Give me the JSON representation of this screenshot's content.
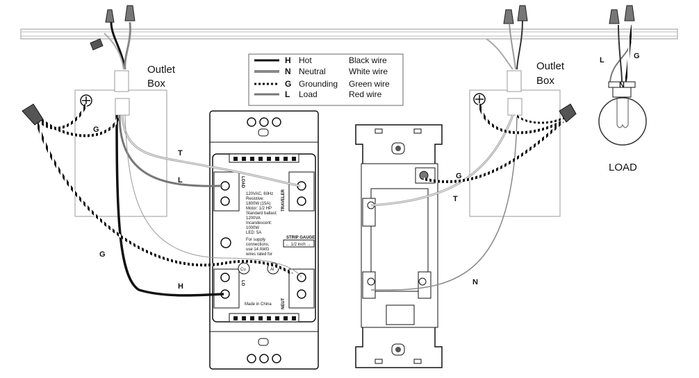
{
  "legend": {
    "rows": [
      {
        "code": "H",
        "name": "Hot",
        "wire": "Black wire",
        "style": "hot"
      },
      {
        "code": "N",
        "name": "Neutral",
        "wire": "White wire",
        "style": "neutral"
      },
      {
        "code": "G",
        "name": "Grounding",
        "wire": "Green wire",
        "style": "ground"
      },
      {
        "code": "L",
        "name": "Load",
        "wire": "Red wire",
        "style": "load"
      }
    ]
  },
  "boxes": {
    "left_label_line1": "Outlet",
    "left_label_line2": "Box",
    "right_label_line1": "Outlet",
    "right_label_line2": "Box"
  },
  "load_label": "LOAD",
  "wire_labels": {
    "left_T": "T",
    "left_L": "L",
    "left_G_upper": "G",
    "left_G_lower": "G",
    "left_H": "H",
    "right_G": "G",
    "right_T": "T",
    "right_N": "N",
    "lamp_L": "L",
    "lamp_G": "G",
    "lamp_N": "N"
  },
  "dimmer": {
    "terminal_load": "LOAD",
    "terminal_traveler": "TRAVELER",
    "terminal_lo": "LO",
    "terminal_neut": "NEUT",
    "rating_lines": [
      "120VAC, 60Hz",
      "Resistive:",
      "1800W (15A)",
      "Motor: 1/2 HP",
      "Standard ballast:",
      "1200VA",
      "Incandescent:",
      "1000W",
      "LED: 5A"
    ],
    "supply_lines": [
      "For supply",
      "connections,",
      "use 14 AWG",
      "wires rated for"
    ],
    "strip_gauge": "STRIP GAUGE",
    "strip_length": "← 1/2 inch →",
    "cu": "Cu",
    "al": "Al",
    "made_in": "Made in China"
  },
  "colors": {
    "hot": "#111111",
    "load": "#777777",
    "ground": "#222222",
    "box": "#aaaaaa"
  }
}
